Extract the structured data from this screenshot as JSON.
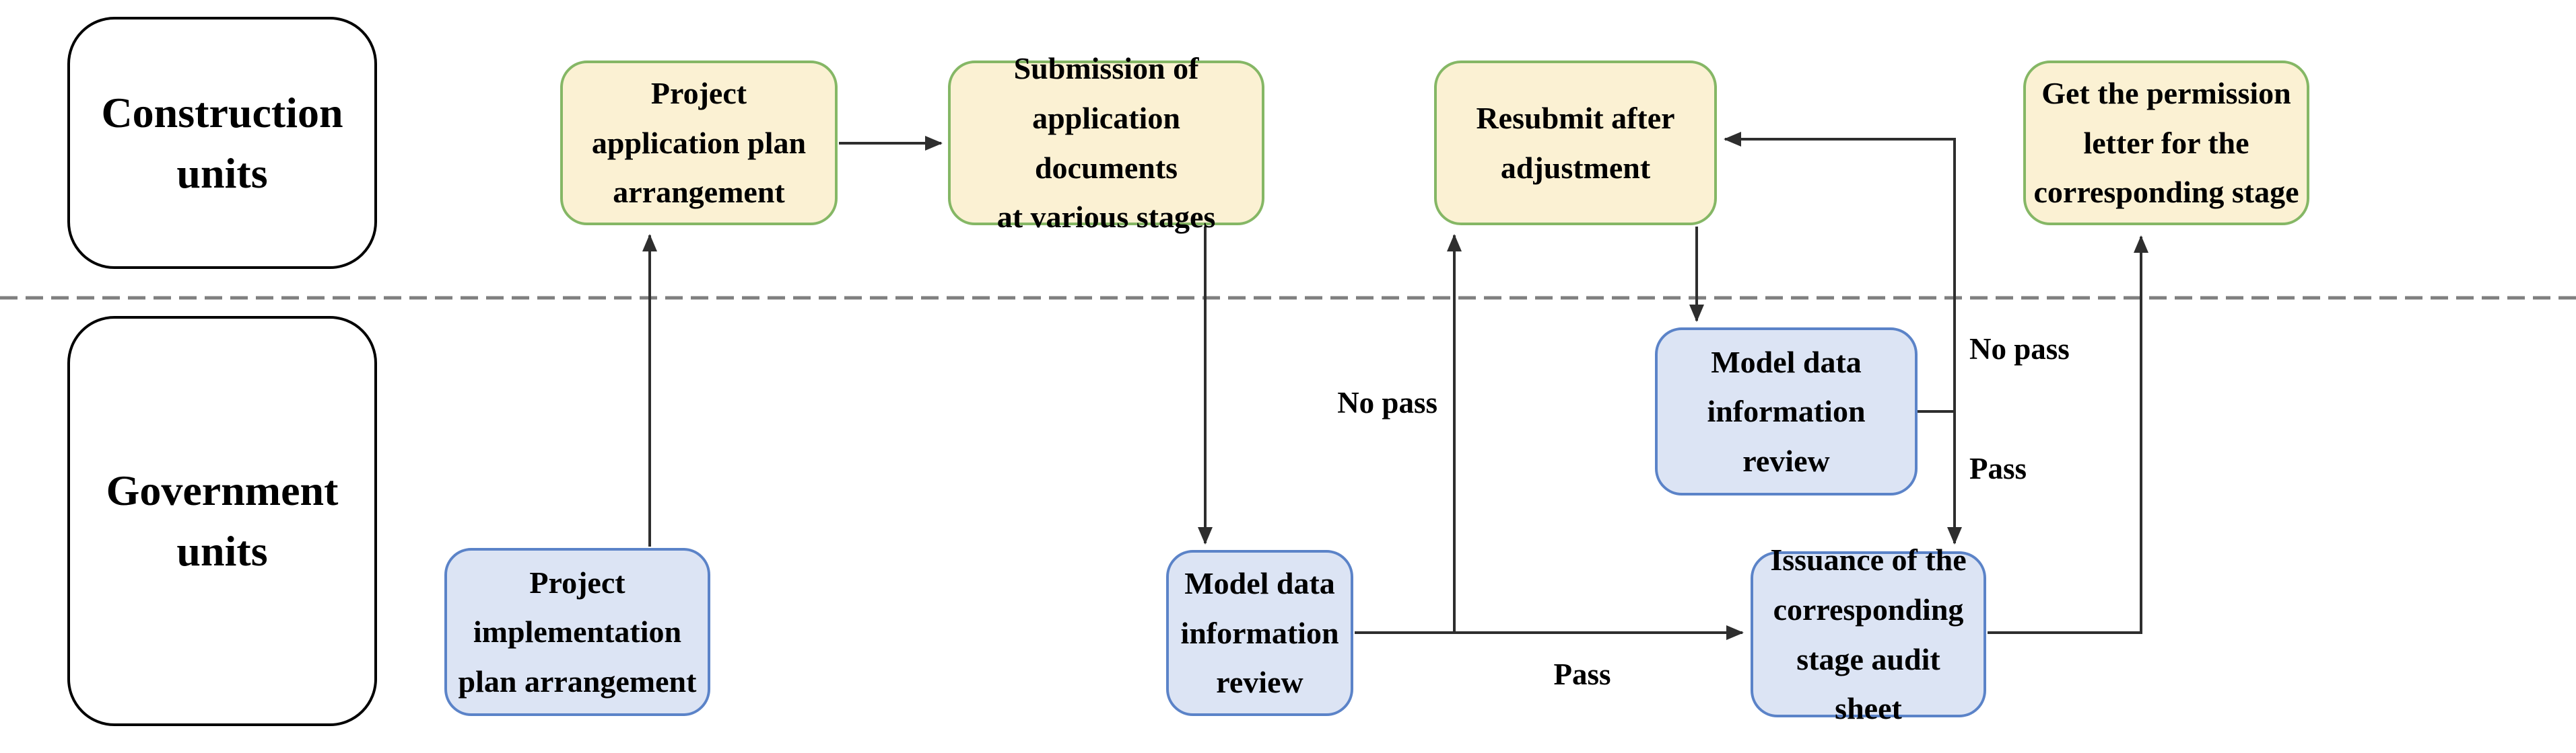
{
  "lanes": {
    "construction": {
      "label": "Construction\nunits"
    },
    "government": {
      "label": "Government\nunits"
    }
  },
  "nodes": {
    "project_application_plan": {
      "label": "Project\napplication plan\narrangement",
      "lane": "construction"
    },
    "submission_documents": {
      "label": "Submission of\napplication documents\nat various stages",
      "lane": "construction"
    },
    "resubmit": {
      "label": "Resubmit after\nadjustment",
      "lane": "construction"
    },
    "permission_letter": {
      "label": "Get the permission\nletter for the\ncorresponding stage",
      "lane": "construction"
    },
    "project_implementation_plan": {
      "label": "Project\nimplementation\nplan arrangement",
      "lane": "government"
    },
    "model_review_1": {
      "label": "Model data\ninformation\nreview",
      "lane": "government"
    },
    "model_review_2": {
      "label": "Model data\ninformation\nreview",
      "lane": "government"
    },
    "issuance_audit_sheet": {
      "label": "Issuance of the\ncorresponding\nstage audit sheet",
      "lane": "government"
    }
  },
  "edges": [
    {
      "from": "project_implementation_plan",
      "to": "project_application_plan",
      "label": ""
    },
    {
      "from": "project_application_plan",
      "to": "submission_documents",
      "label": ""
    },
    {
      "from": "submission_documents",
      "to": "model_review_1",
      "label": ""
    },
    {
      "from": "model_review_1",
      "to": "issuance_audit_sheet",
      "label": "Pass"
    },
    {
      "from": "model_review_1",
      "to": "resubmit",
      "label": "No pass"
    },
    {
      "from": "resubmit",
      "to": "model_review_2",
      "label": ""
    },
    {
      "from": "model_review_2",
      "to": "issuance_audit_sheet",
      "label": "Pass"
    },
    {
      "from": "model_review_2",
      "to": "resubmit",
      "label": "No pass"
    },
    {
      "from": "issuance_audit_sheet",
      "to": "permission_letter",
      "label": ""
    }
  ],
  "colors": {
    "construction_node_fill": "#FBF1D3",
    "construction_node_border": "#85B765",
    "government_node_fill": "#DCE4F4",
    "government_node_border": "#5B83C8",
    "lane_border": "#000000",
    "connector": "#2E2E2E",
    "divider": "#7F7F7F"
  }
}
